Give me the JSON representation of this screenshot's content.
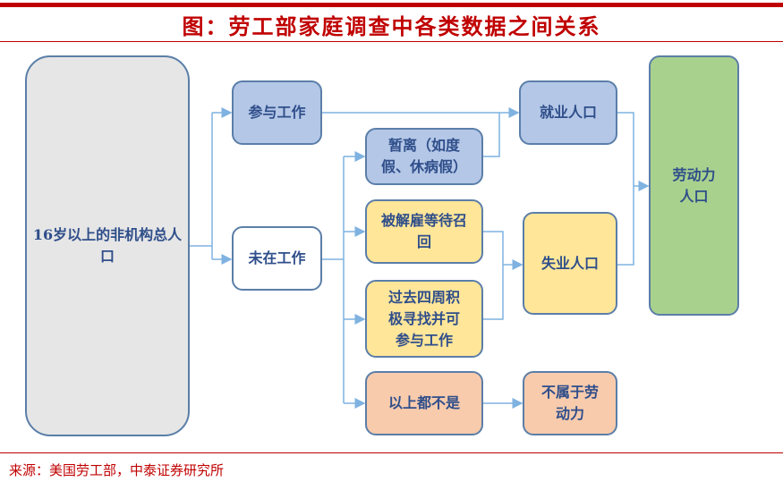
{
  "title": "图：劳工部家庭调查中各类数据之间关系",
  "source": "来源：美国劳工部，中泰证券研究所",
  "nodes": {
    "total": "16岁以上的非机构总人口",
    "working": "参与工作",
    "not_working": "未在工作",
    "temp_absent": "暂离（如度假、休病假）",
    "laid_off": "被解雇等待召回",
    "seeking": "过去四周积极寻找并可参与工作",
    "none": "以上都不是",
    "employed": "就业人口",
    "unemployed": "失业人口",
    "not_labor": "不属于劳动力",
    "labor_force": "劳动力人口"
  },
  "colors": {
    "title": "#c00000",
    "connector": "#7fb2e0",
    "text": "#2f4e8a"
  }
}
